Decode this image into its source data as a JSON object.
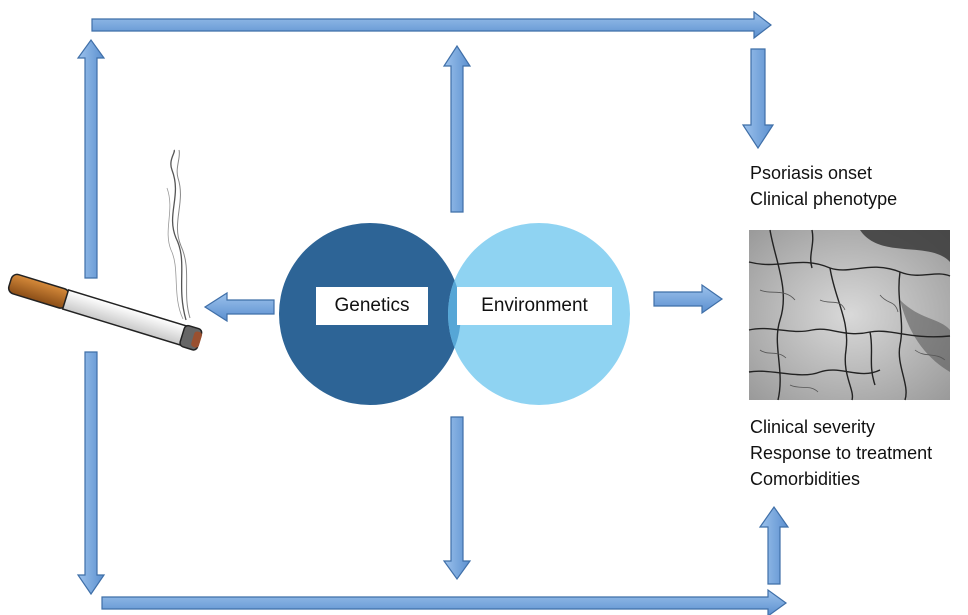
{
  "venn": {
    "left_label": "Genetics",
    "right_label": "Environment",
    "left_color": "#2d6496",
    "right_color": "#8fd3f2",
    "overlap_color": "#56a6d6"
  },
  "outcomes_top": [
    "Psoriasis onset",
    "Clinical phenotype"
  ],
  "outcomes_bottom": [
    "Clinical severity",
    "Response to treatment",
    "Comorbidities"
  ],
  "arrow_fill": "#6f9fd8",
  "arrow_stroke": "#3f6fa8",
  "icons": {
    "cigarette": "cigarette-icon",
    "skin": "cracked-skin-image"
  }
}
